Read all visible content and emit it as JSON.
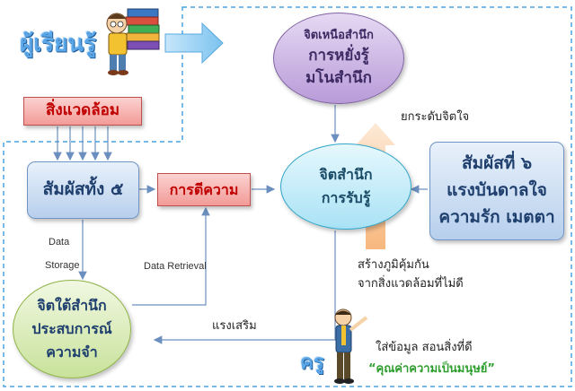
{
  "learner_label": "ผู้เรียนรู้",
  "teacher_label": "ครู",
  "environment": "สิ่งแวดล้อม",
  "five_senses": "สัมผัสทั้ง ๕",
  "interpretation": "การตีความ",
  "superconscious": [
    "จิตเหนือสำนึก",
    "การหยั่งรู้",
    "มโนสำนึก"
  ],
  "conscious": [
    "จิตสำนึก",
    "การรับรู้"
  ],
  "sixth_sense": [
    "สัมผัสที่ ๖",
    "แรงบันดาลใจ",
    "ความรัก เมตตา"
  ],
  "subconscious": [
    "จิตใต้สำนึก",
    "ประสบการณ์",
    "ความจำ"
  ],
  "data_storage": [
    "Data",
    "Storage"
  ],
  "data_retrieval": "Data Retrieval",
  "raise_mind": "ยกระดับจิตใจ",
  "immunity": [
    "สร้างภูมิคุ้มกัน",
    "จากสิ่งแวดล้อมที่ไม่ดี"
  ],
  "reinforcement": "แรงเสริม",
  "teach_info": "ใส่ข้อมูล สอนสิ่งที่ดี",
  "human_value": "“คุณค่าความเป็นมนุษย์”"
}
